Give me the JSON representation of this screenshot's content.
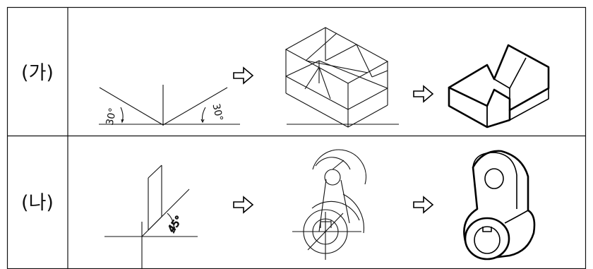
{
  "rows": [
    {
      "label": "(가)",
      "angle_left": "30°",
      "angle_right": "30°"
    },
    {
      "label": "(나)",
      "angle": "45°"
    }
  ]
}
